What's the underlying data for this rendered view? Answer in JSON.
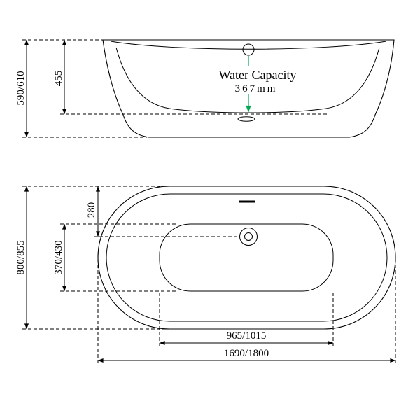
{
  "colors": {
    "line": "#000000",
    "green": "#00a651",
    "pink": "#ee55a2",
    "background": "#ffffff"
  },
  "side_view": {
    "dim_overall_height": "590/610",
    "dim_inner_depth": "455",
    "water_capacity_label": "Water Capacity",
    "water_capacity_value": "367mm"
  },
  "plan_view": {
    "dim_overall_width": "800/855",
    "dim_basin_width": "370/430",
    "dim_drain_offset": "280",
    "dim_basin_length": "965/1015",
    "dim_overall_length": "1690/1800"
  }
}
